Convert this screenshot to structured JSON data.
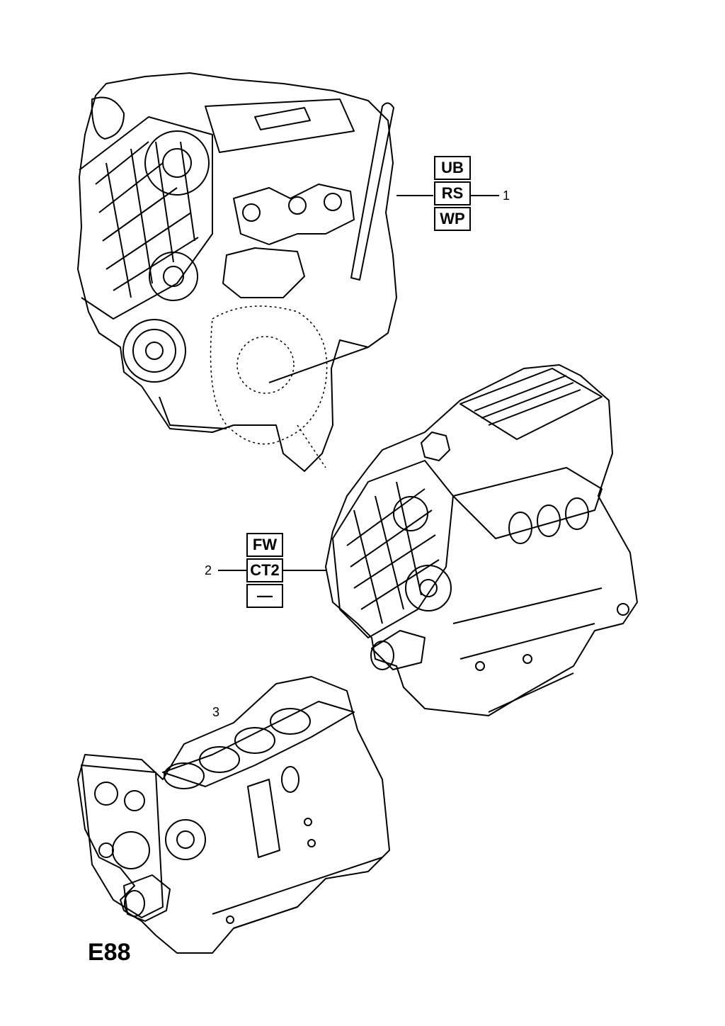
{
  "page_code": "E88",
  "items": [
    {
      "callout": "1",
      "codes": [
        "UB",
        "RS",
        "WP"
      ]
    },
    {
      "callout": "2",
      "codes": [
        "FW",
        "CT2",
        "—"
      ]
    },
    {
      "callout": "3",
      "codes": []
    }
  ]
}
